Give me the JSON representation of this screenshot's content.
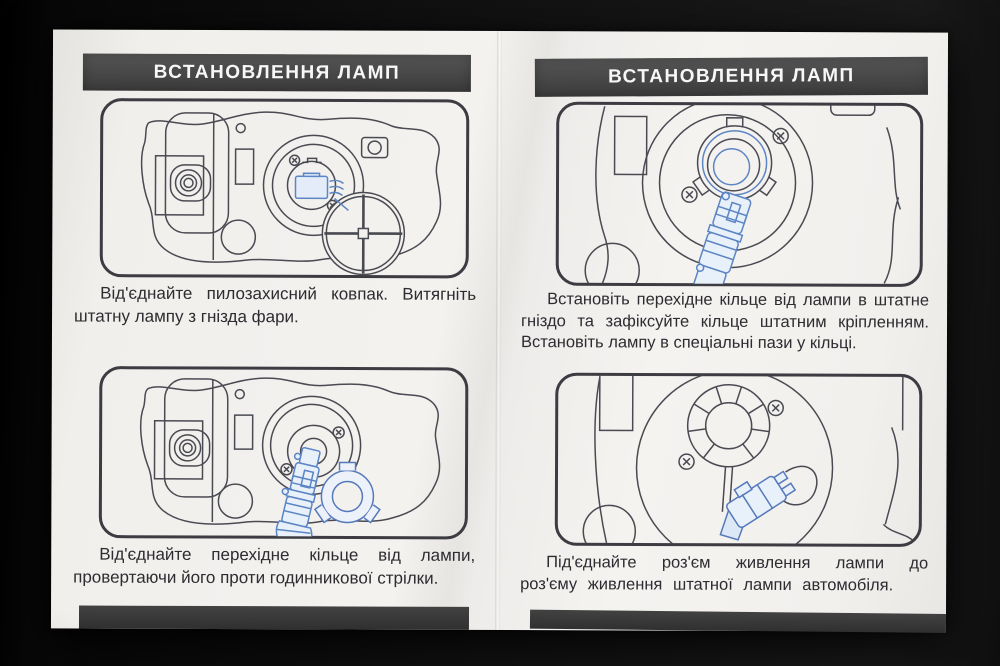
{
  "document": {
    "type": "printed-instruction-leaflet-photo",
    "language": "uk",
    "spread": "two-page"
  },
  "colors": {
    "background": "#0f0f0f",
    "paper": "#f2f0ed",
    "header_bar": "#474747",
    "header_text": "#f7f7f7",
    "body_text": "#2c2c31",
    "line_art": "#4a4a52",
    "accent_blue": "#5c85c4"
  },
  "pages": [
    {
      "side": "left",
      "header": "ВСТАНОВЛЕННЯ ЛАМП",
      "steps": [
        {
          "illustration": "headlight-rear-view-dust-cap-removal",
          "caption": "Від'єднайте пилозахисний ковпак. Витягніть штатну лампу з гнізда фари."
        },
        {
          "illustration": "headlight-rear-view-adapter-ring-removal",
          "caption": "Від'єднайте перехідне кільце від лампи, провертаючи його проти годинникової стрілки."
        }
      ]
    },
    {
      "side": "right",
      "header": "ВСТАНОВЛЕННЯ ЛАМП",
      "steps": [
        {
          "illustration": "adapter-ring-installation-and-lamp-insert",
          "caption": "Встановіть перехідне кільце від лампи в штатне гніздо та зафіксуйте кільце штатним кріпленням. Встановіть лампу в спеціальні пази у кільці."
        },
        {
          "illustration": "power-connector-attachment",
          "caption": "Під'єднайте роз'єм живлення лампи до роз'єму живлення штатної лампи автомобіля."
        }
      ]
    }
  ]
}
